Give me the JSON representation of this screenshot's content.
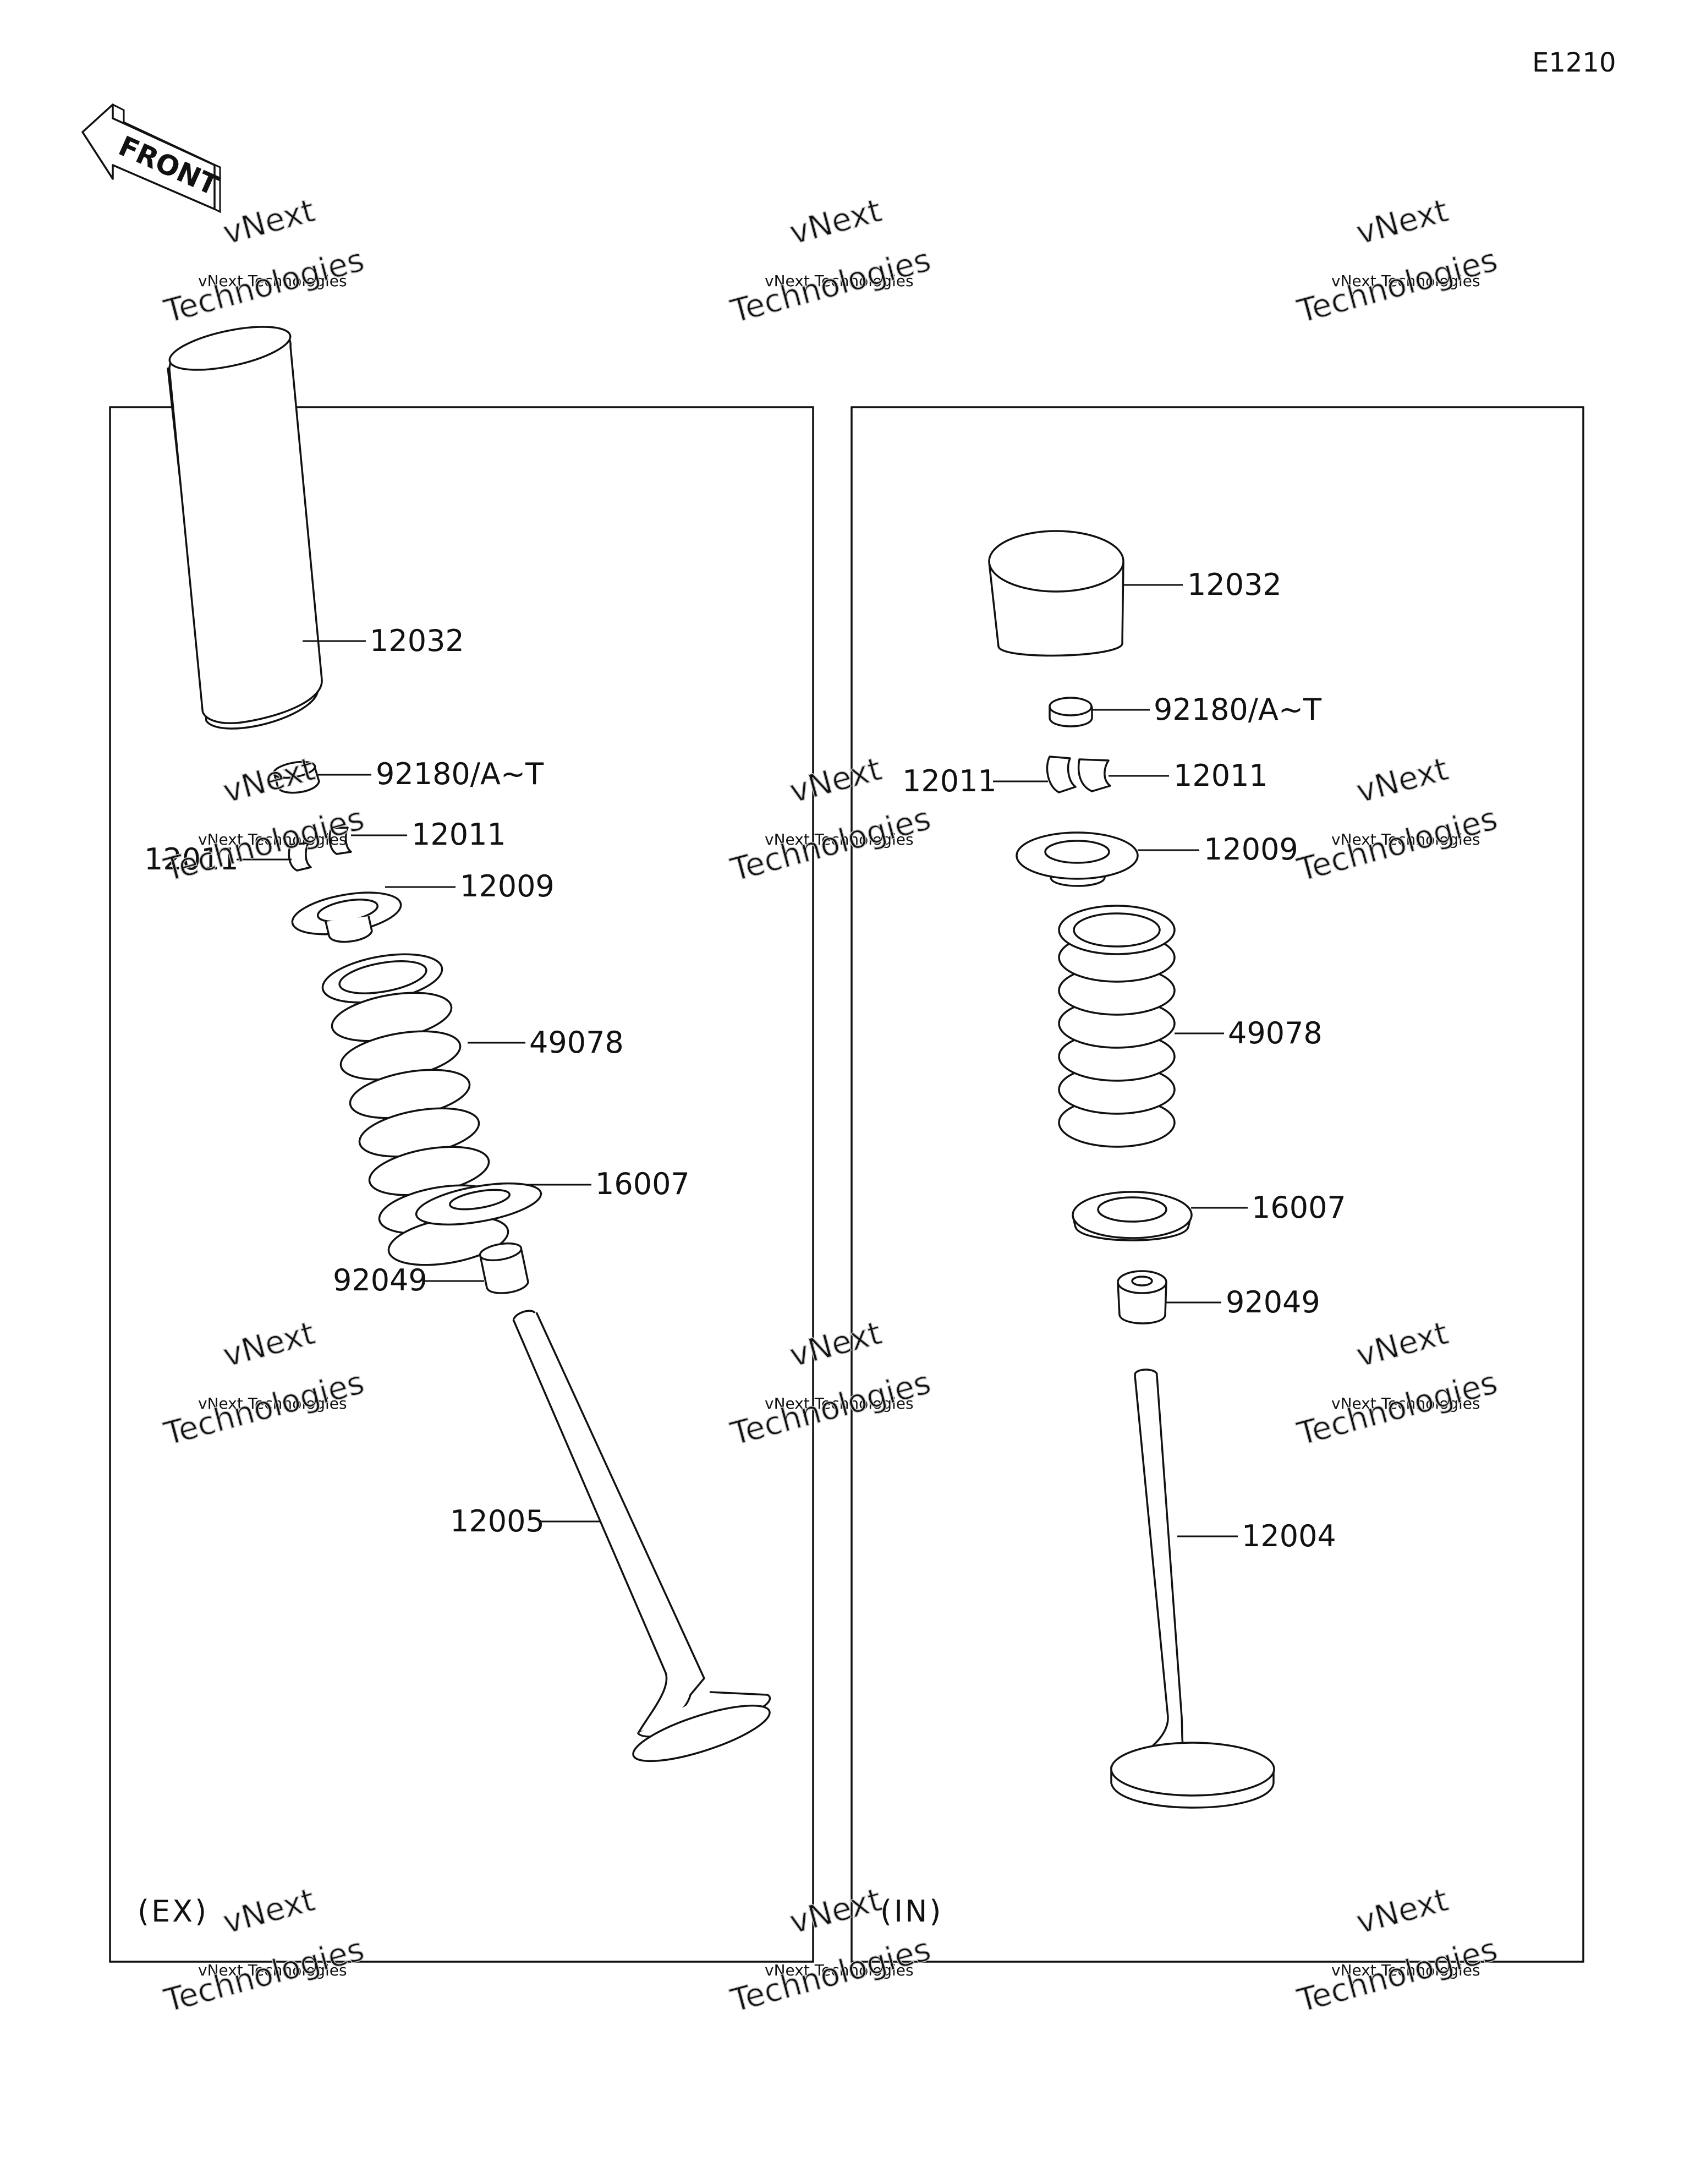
{
  "diagram_code": "E1210",
  "front_arrow": {
    "icon": "front-arrow-icon",
    "label": "FRONT"
  },
  "panels": [
    {
      "id": "exhaust",
      "label": "(EX)",
      "parts": [
        {
          "id": "bucket",
          "number": "12032"
        },
        {
          "id": "shim",
          "number": "92180/A~T"
        },
        {
          "id": "cotter-right",
          "number": "12011"
        },
        {
          "id": "cotter-left",
          "number": "12011"
        },
        {
          "id": "retainer",
          "number": "12009"
        },
        {
          "id": "spring",
          "number": "49078"
        },
        {
          "id": "spring-seat",
          "number": "16007"
        },
        {
          "id": "stem-seal",
          "number": "92049"
        },
        {
          "id": "valve",
          "number": "12005"
        }
      ]
    },
    {
      "id": "intake",
      "label": "(IN)",
      "parts": [
        {
          "id": "bucket",
          "number": "12032"
        },
        {
          "id": "shim",
          "number": "92180/A~T"
        },
        {
          "id": "cotter-left",
          "number": "12011"
        },
        {
          "id": "cotter-right",
          "number": "12011"
        },
        {
          "id": "retainer",
          "number": "12009"
        },
        {
          "id": "spring",
          "number": "49078"
        },
        {
          "id": "spring-seat",
          "number": "16007"
        },
        {
          "id": "stem-seal",
          "number": "92049"
        },
        {
          "id": "valve",
          "number": "12004"
        }
      ]
    }
  ],
  "watermark": {
    "line1": "vNext",
    "line2": "vNext Technologies",
    "line3": "Technologies"
  }
}
